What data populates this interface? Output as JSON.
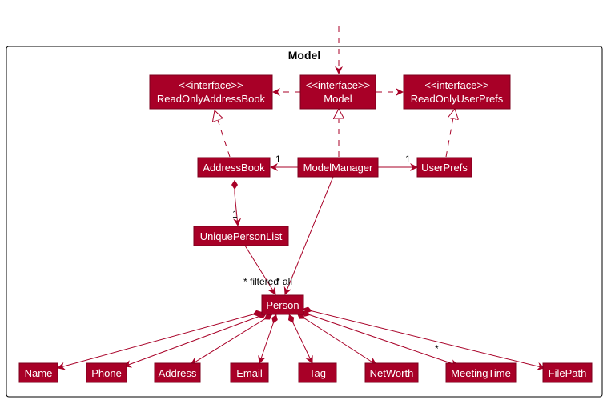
{
  "package": {
    "title": "Model"
  },
  "classes": {
    "read_only_address_book": {
      "stereotype": "<<interface>>",
      "name": "ReadOnlyAddressBook"
    },
    "model": {
      "stereotype": "<<interface>>",
      "name": "Model"
    },
    "read_only_user_prefs": {
      "stereotype": "<<interface>>",
      "name": "ReadOnlyUserPrefs"
    },
    "address_book": {
      "name": "AddressBook"
    },
    "model_manager": {
      "name": "ModelManager"
    },
    "user_prefs": {
      "name": "UserPrefs"
    },
    "unique_person_list": {
      "name": "UniquePersonList"
    },
    "person": {
      "name": "Person"
    },
    "name": {
      "name": "Name"
    },
    "phone": {
      "name": "Phone"
    },
    "address": {
      "name": "Address"
    },
    "email": {
      "name": "Email"
    },
    "tag": {
      "name": "Tag"
    },
    "net_worth": {
      "name": "NetWorth"
    },
    "meeting_time": {
      "name": "MeetingTime"
    },
    "file_path": {
      "name": "FilePath"
    }
  },
  "multiplicities": {
    "manager_to_address_book": "1",
    "manager_to_user_prefs": "1",
    "address_book_to_list": "1",
    "list_to_person": "* filtered",
    "manager_to_person": "* all",
    "person_to_meeting_time": "*"
  },
  "colors": {
    "class_fill": "#a80027",
    "class_border": "#7c001c",
    "edge": "#a80027",
    "class_text": "#ffffff",
    "package_border": "#000000"
  }
}
